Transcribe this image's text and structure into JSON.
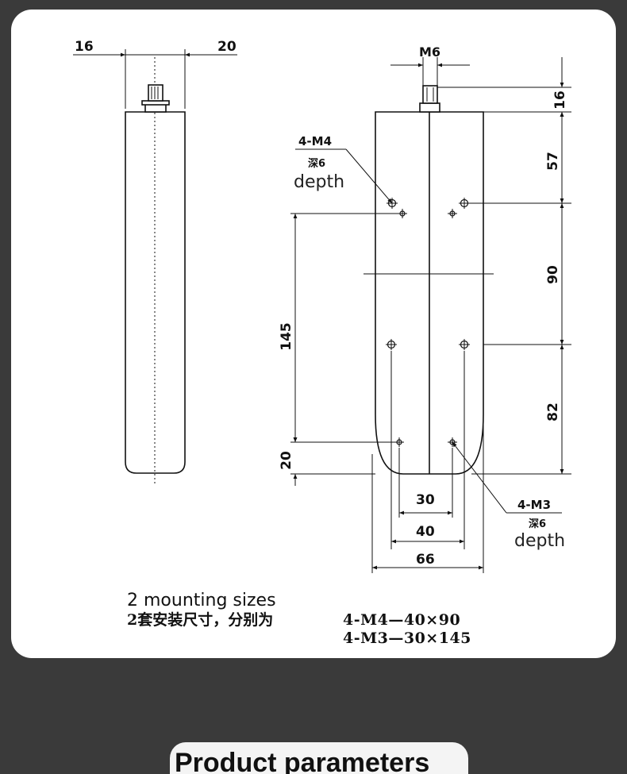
{
  "dimensions": {
    "side_left": "16",
    "side_right": "20",
    "thread": "M6",
    "top_16": "16",
    "v_57": "57",
    "v_90": "90",
    "v_82": "82",
    "v_145": "145",
    "v_20": "20",
    "h_30": "30",
    "h_40": "40",
    "h_66": "66"
  },
  "callouts": {
    "m4_label": "4-M4",
    "m4_depth_zh": "深6",
    "m4_depth_en": "depth",
    "m3_label": "4-M3",
    "m3_depth_zh": "深6",
    "m3_depth_en": "depth"
  },
  "caption": {
    "english": "2 mounting sizes",
    "chinese": "2套安装尺寸，分别为",
    "size_1": "4-M4—40×90",
    "size_2": "4-M3—30×145"
  },
  "next_section": {
    "title_partial": "Product parameters"
  },
  "colors": {
    "background": "#3a3a3a",
    "card": "#ffffff",
    "line": "#111111"
  }
}
